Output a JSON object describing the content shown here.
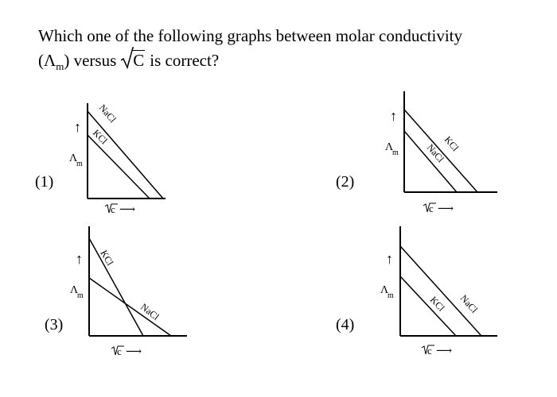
{
  "question": {
    "line1": "Which one of the following graphs between molar conductivity",
    "lambda": "Λ",
    "sub_m": "m",
    "versus": ") versus",
    "sqrt_c": "C",
    "tail": "is correct?"
  },
  "options": [
    {
      "label": "(1)",
      "lines": [
        "NaCl",
        "KCl"
      ]
    },
    {
      "label": "(2)",
      "lines": [
        "KCl",
        "NaCl"
      ]
    },
    {
      "label": "(3)",
      "lines": [
        "KCl",
        "NaCl"
      ]
    },
    {
      "label": "(4)",
      "lines": [
        "NaCl",
        "KCl"
      ]
    }
  ],
  "axis": {
    "y_symbol": "Λ",
    "y_sub": "m",
    "x_symbol": "c",
    "up_arrow": "↑",
    "right_arrow": "⟶"
  }
}
